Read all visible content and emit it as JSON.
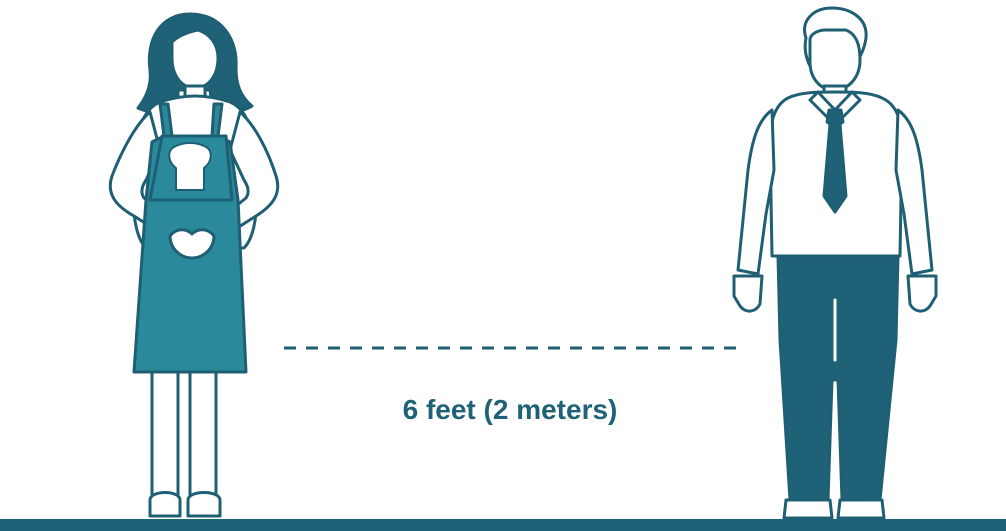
{
  "distance_label": "6 feet (2 meters)",
  "figures": [
    {
      "name": "baker-woman",
      "icon": "woman-in-apron-with-bread-icon"
    },
    {
      "name": "businessman",
      "icon": "man-in-shirt-and-tie-icon"
    }
  ],
  "colors": {
    "primary": "#1f6277",
    "apron": "#2a8a9b",
    "outline": "#1f5f73",
    "background": "#ffffff"
  }
}
